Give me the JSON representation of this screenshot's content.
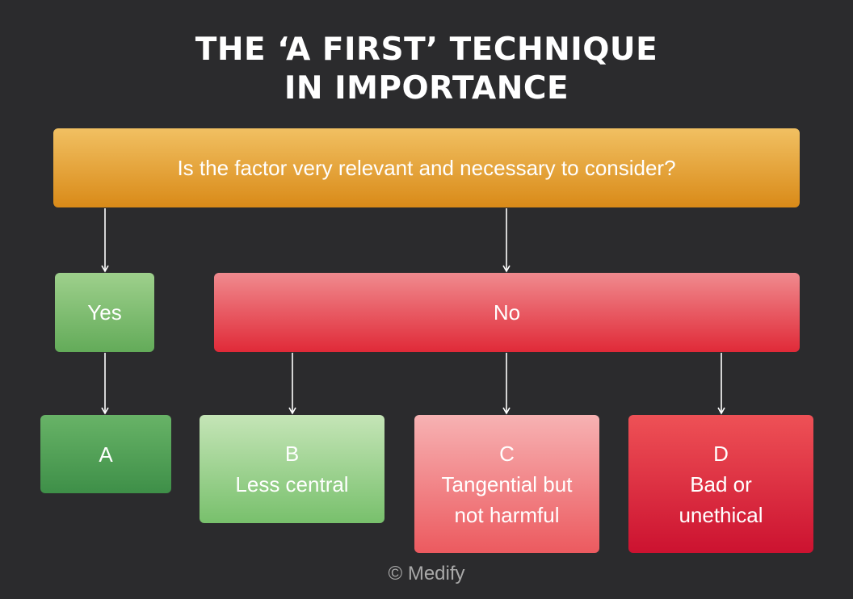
{
  "title": {
    "line1": "THE ‘A FIRST’ TECHNIQUE",
    "line2": "IN IMPORTANCE"
  },
  "question": "Is the factor very relevant and necessary to consider?",
  "branches": {
    "yes": "Yes",
    "no": "No"
  },
  "outcomes": {
    "a": {
      "letter": "A"
    },
    "b": {
      "letter": "B",
      "line1": "Less central"
    },
    "c": {
      "letter": "C",
      "line1": "Tangential but",
      "line2": "not harmful"
    },
    "d": {
      "letter": "D",
      "line1": "Bad or",
      "line2": "unethical"
    }
  },
  "credit": "© Medify",
  "colors": {
    "background": "#2b2b2d",
    "question": "#e39f2c",
    "yes": "#7fbd71",
    "no": "#e8515c",
    "a": "#52a157",
    "b": "#9fd391",
    "c": "#f18487",
    "d": "#dd2f40",
    "arrow": "#ffffff"
  }
}
